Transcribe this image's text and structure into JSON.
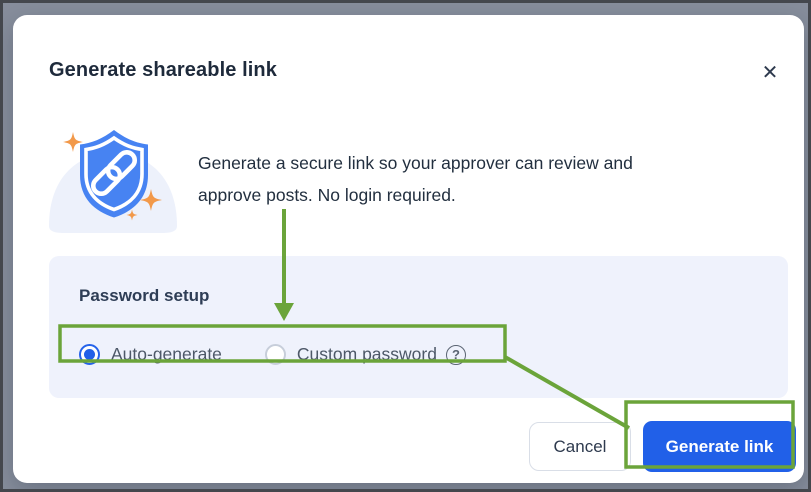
{
  "modal": {
    "title": "Generate shareable link",
    "close_icon": "✕",
    "description_lines": [
      "Generate a secure link so your approver can review and",
      "approve posts. No login required."
    ]
  },
  "password_setup": {
    "heading": "Password setup",
    "options": [
      {
        "label": "Auto-generate",
        "selected": true
      },
      {
        "label": "Custom password",
        "selected": false
      }
    ],
    "help_icon": "?"
  },
  "footer": {
    "cancel_label": "Cancel",
    "generate_label": "Generate link"
  },
  "icons": {
    "hero": "shield-with-link-and-sparkles"
  },
  "colors": {
    "primary_blue": "#2160E8",
    "radio_selected_blue": "#2563EB",
    "panel_background": "#EFF2FC",
    "annotation_green": "#6BA43A",
    "backdrop_gray": "#878E9C",
    "sparkle_orange": "#F2994A",
    "shield_blue": "#4783F2"
  }
}
